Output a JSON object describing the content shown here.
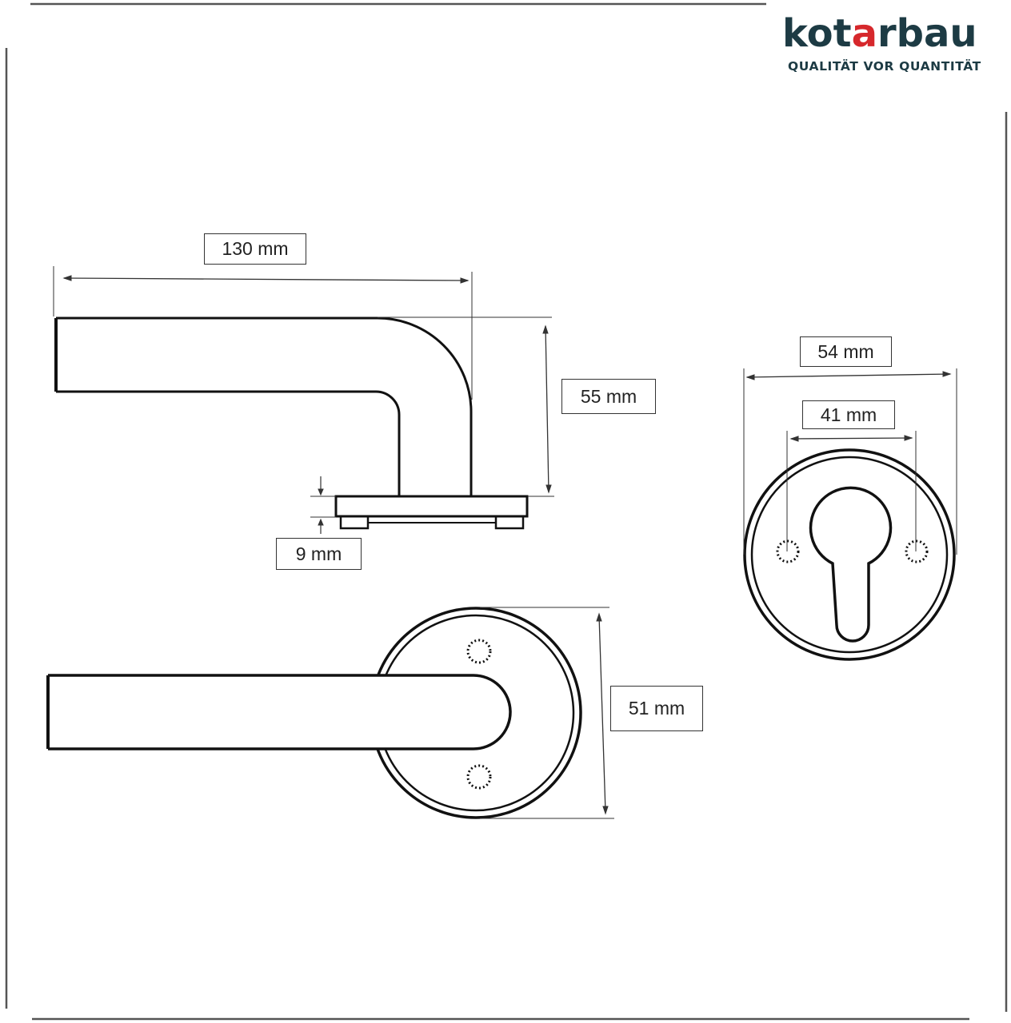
{
  "brand": {
    "word_start": "kot",
    "word_accent": "a",
    "word_end": "rbau",
    "tagline": "QUALITÄT VOR QUANTITÄT",
    "colors": {
      "dark": "#1d3b44",
      "red": "#d6282c"
    }
  },
  "dimensions": {
    "handle_length": "130 mm",
    "handle_height": "55 mm",
    "rosette_thickness": "9 mm",
    "key_rosette_diameter": "54 mm",
    "screw_spacing": "41 mm",
    "rosette_diameter": "51 mm"
  },
  "colors": {
    "line": "#111111",
    "frame": "#555555"
  }
}
